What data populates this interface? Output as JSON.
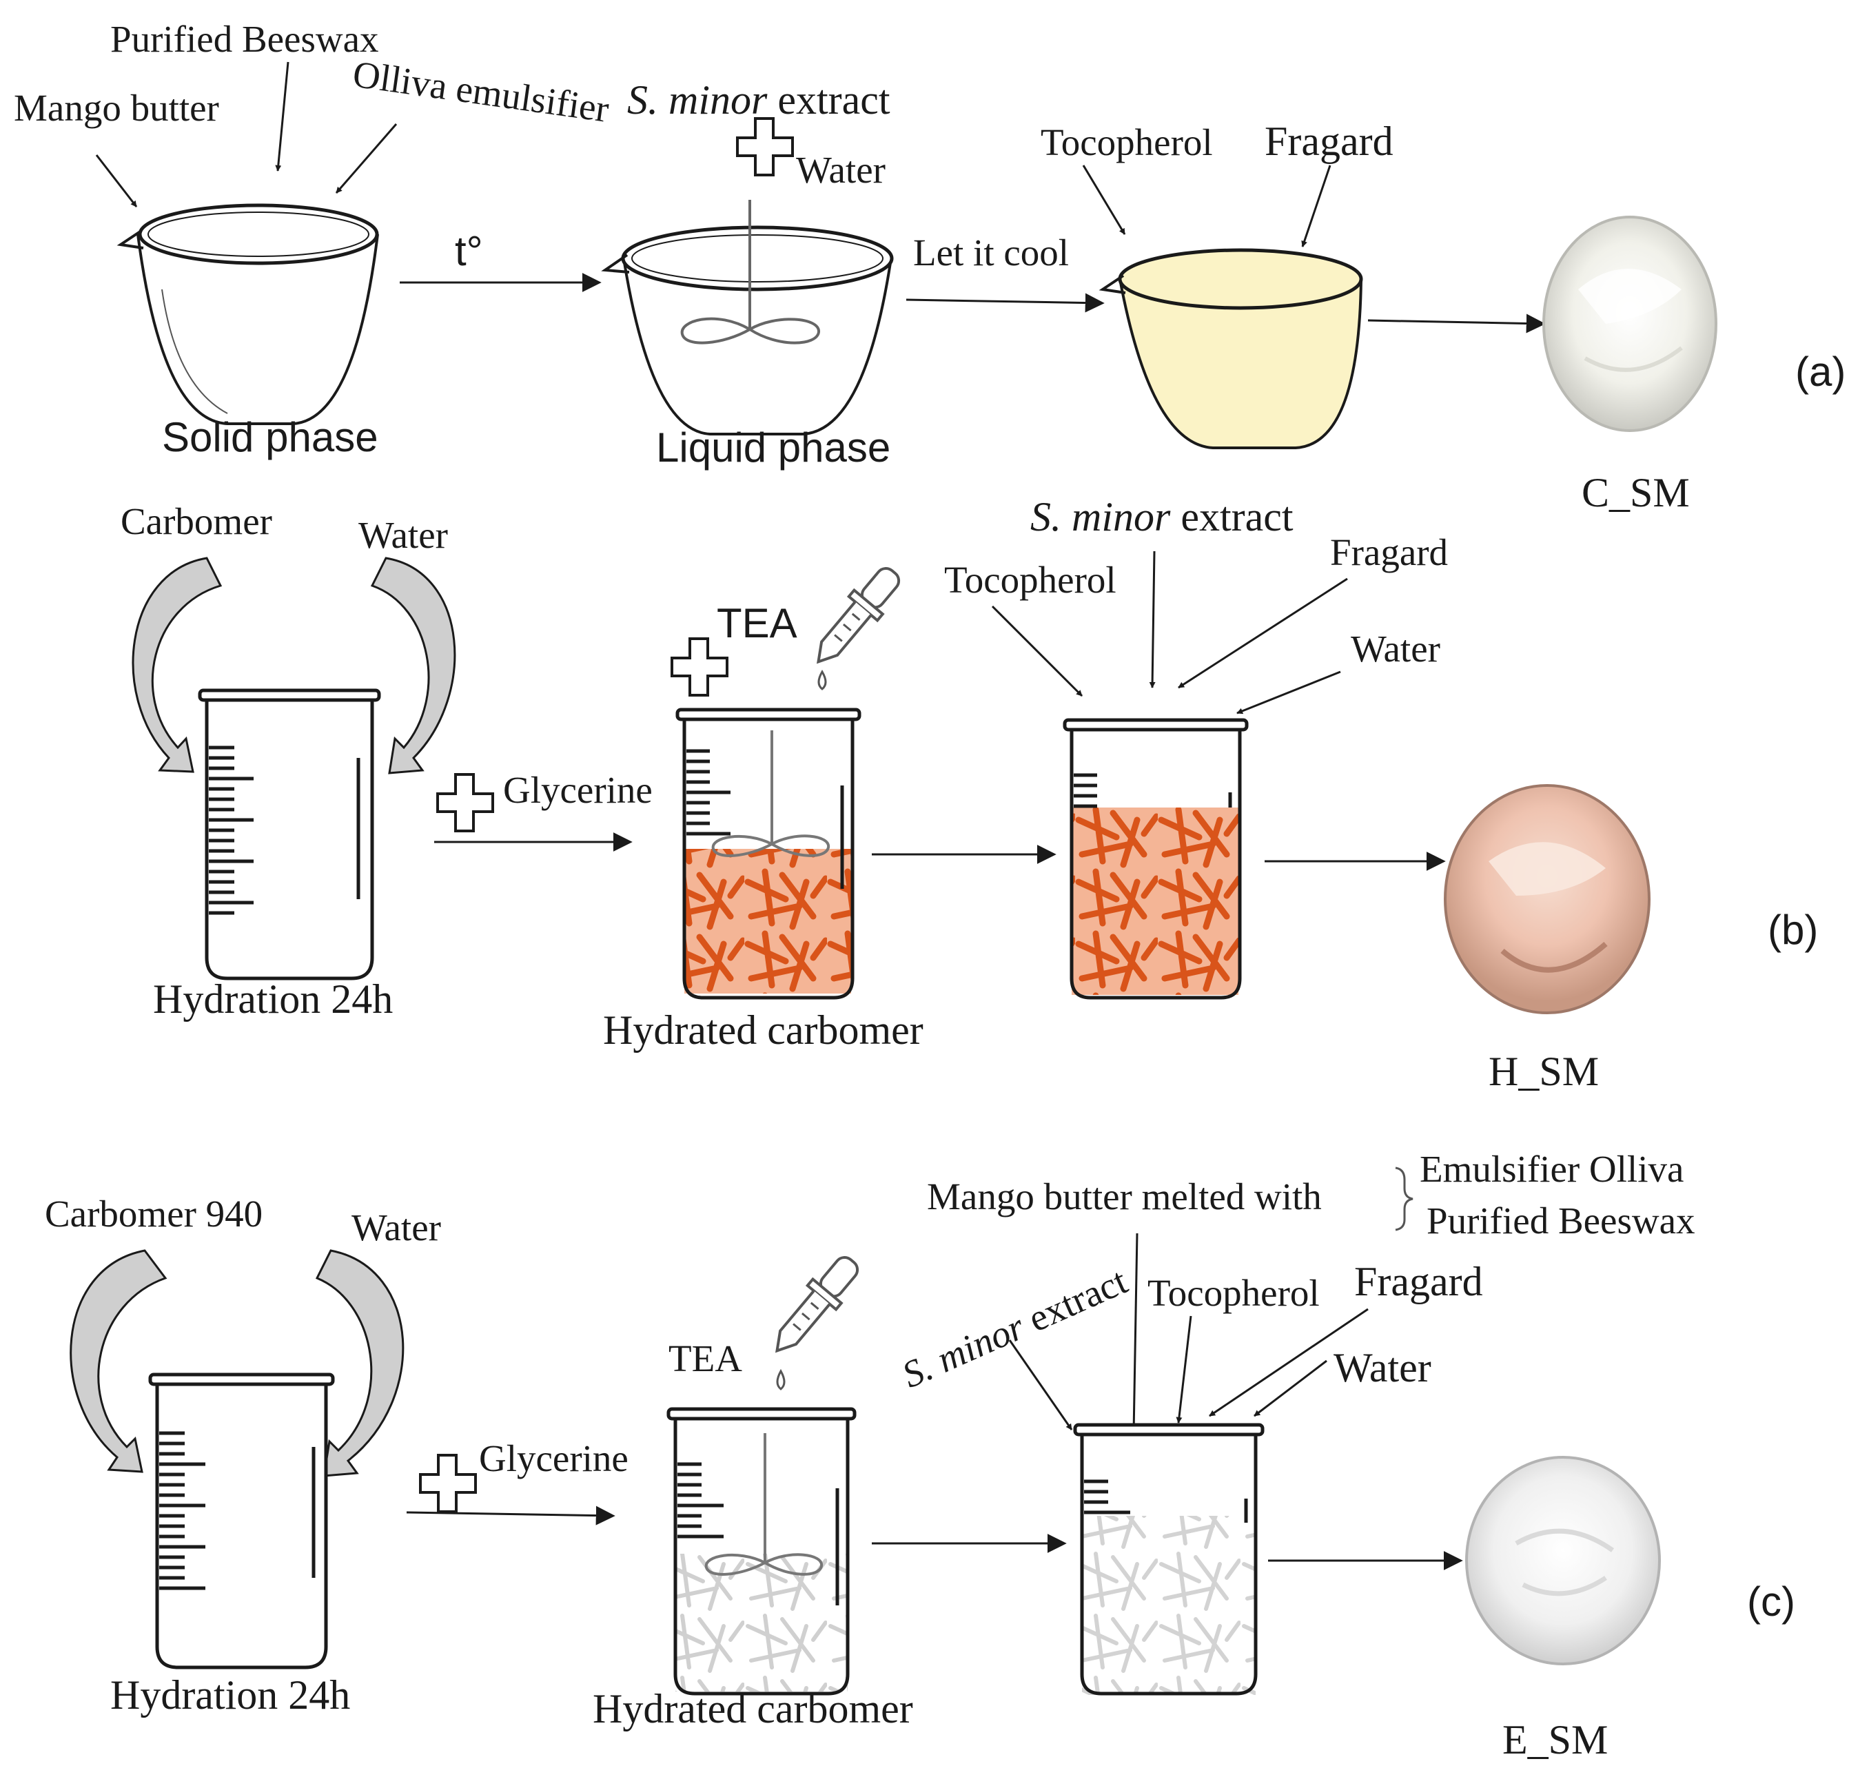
{
  "panel_a": {
    "tag": "(a)",
    "labels": {
      "mango_butter": "Mango butter",
      "purified_beeswax": "Purified Beeswax",
      "olliva_emulsifier": "Olliva emulsifier",
      "s_minor": "S. minor",
      "extract": " extract",
      "water": "Water",
      "heat": "t°",
      "solid_phase": "Solid phase",
      "liquid_phase": "Liquid phase",
      "let_it_cool": "Let it cool",
      "tocopherol": "Tocopherol",
      "fragard": "Fragard",
      "product": "C_SM"
    }
  },
  "panel_b": {
    "tag": "(b)",
    "labels": {
      "carbomer": "Carbomer",
      "water": "Water",
      "hydration": "Hydration 24h",
      "glycerine": "Glycerine",
      "tea": "TEA",
      "hydrated_carbomer": "Hydrated carbomer",
      "tocopherol": "Tocopherol",
      "s_minor": "S. minor",
      "extract": " extract",
      "fragard": "Fragard",
      "water2": "Water",
      "product": "H_SM"
    }
  },
  "panel_c": {
    "tag": "(c)",
    "labels": {
      "carbomer940": "Carbomer 940",
      "water": "Water",
      "hydration": "Hydration 24h",
      "glycerine": "Glycerine",
      "tea": "TEA",
      "hydrated_carbomer": "Hydrated carbomer",
      "mango_melted": "Mango butter melted with",
      "emulsifier_olliva": "Emulsifier Olliva",
      "purified_beeswax": "Purified Beeswax",
      "s_minor": "S. minor",
      "extract": " extract",
      "tocopherol": "Tocopherol",
      "fragard": "Fragard",
      "water2": "Water",
      "product": "E_SM"
    }
  },
  "colors": {
    "gel_orange": "#f4b596",
    "fiber_orange": "#d9541a",
    "cream_yellow": "#fbf3c6",
    "curved_arrow_fill": "#cfcfcf",
    "line": "#1a1a1a"
  }
}
